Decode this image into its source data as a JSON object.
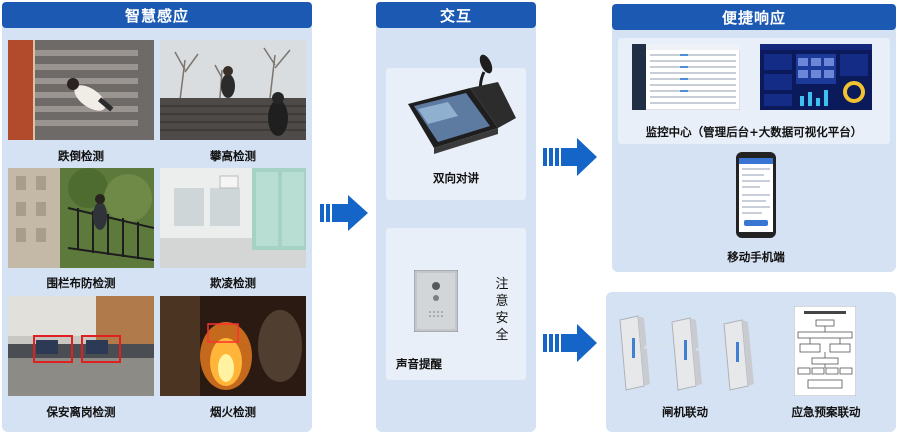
{
  "panels": {
    "smart_sensing": {
      "title": "智慧感应",
      "items": [
        "跌倒检测",
        "攀高检测",
        "围栏布防检测",
        "欺凌检测",
        "保安离岗检测",
        "烟火检测"
      ]
    },
    "interaction": {
      "title": "交互",
      "intercom_label": "双向对讲",
      "voice_label": "声音提醒",
      "sign_text": "注意安全"
    },
    "response": {
      "title": "便捷响应",
      "monitor_label": "监控中心（管理后台+大数据可视化平台）",
      "mobile_label": "移动手机端"
    },
    "linkage": {
      "gate_label": "闸机联动",
      "plan_label": "应急预案联动"
    }
  },
  "colors": {
    "header": "#1b59b3",
    "panel": "#d5e2f3",
    "arrow": "#1565c8"
  }
}
